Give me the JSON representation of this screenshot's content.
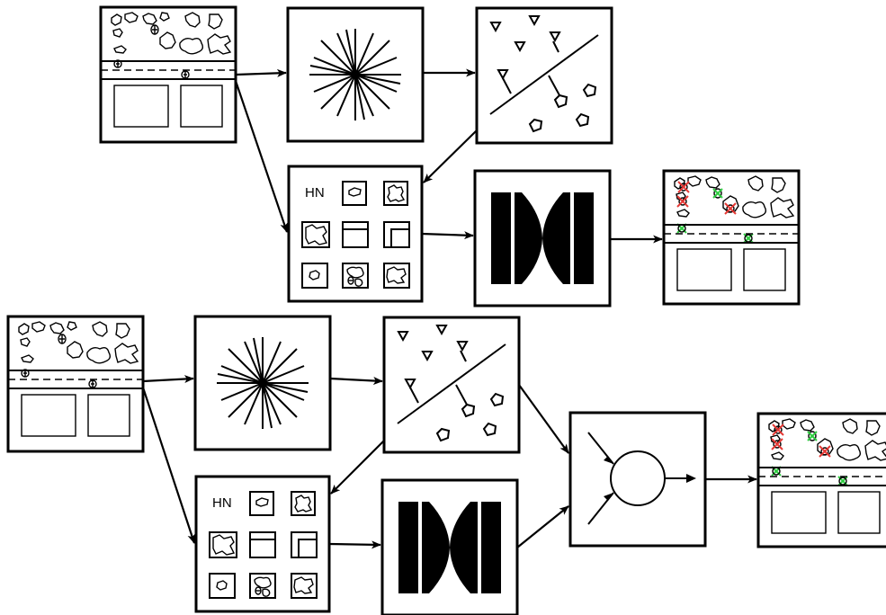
{
  "colors": {
    "stroke": "#000000",
    "background": "#ffffff",
    "reject_marker": "#e53935",
    "accept_marker": "#2ecc40"
  },
  "pipeline_top": {
    "nodes": [
      {
        "id": "input-scene",
        "icon": "detection-scene-icon"
      },
      {
        "id": "feature-extractor",
        "icon": "starburst-icon"
      },
      {
        "id": "classifier",
        "icon": "svm-hyperplane-icon"
      },
      {
        "id": "hard-negatives",
        "icon": "hard-negative-grid-icon",
        "label": "HN"
      },
      {
        "id": "retrained-model",
        "icon": "filter-block-icon"
      },
      {
        "id": "output-scene",
        "icon": "annotated-scene-icon"
      }
    ]
  },
  "pipeline_bottom": {
    "nodes": [
      {
        "id": "input-scene",
        "icon": "detection-scene-icon"
      },
      {
        "id": "feature-extractor",
        "icon": "starburst-icon"
      },
      {
        "id": "classifier",
        "icon": "svm-hyperplane-icon"
      },
      {
        "id": "hard-negatives",
        "icon": "hard-negative-grid-icon",
        "label": "HN"
      },
      {
        "id": "retrained-model",
        "icon": "filter-block-icon"
      },
      {
        "id": "fusion",
        "icon": "fusion-node-icon"
      },
      {
        "id": "output-scene",
        "icon": "annotated-scene-icon"
      }
    ]
  }
}
